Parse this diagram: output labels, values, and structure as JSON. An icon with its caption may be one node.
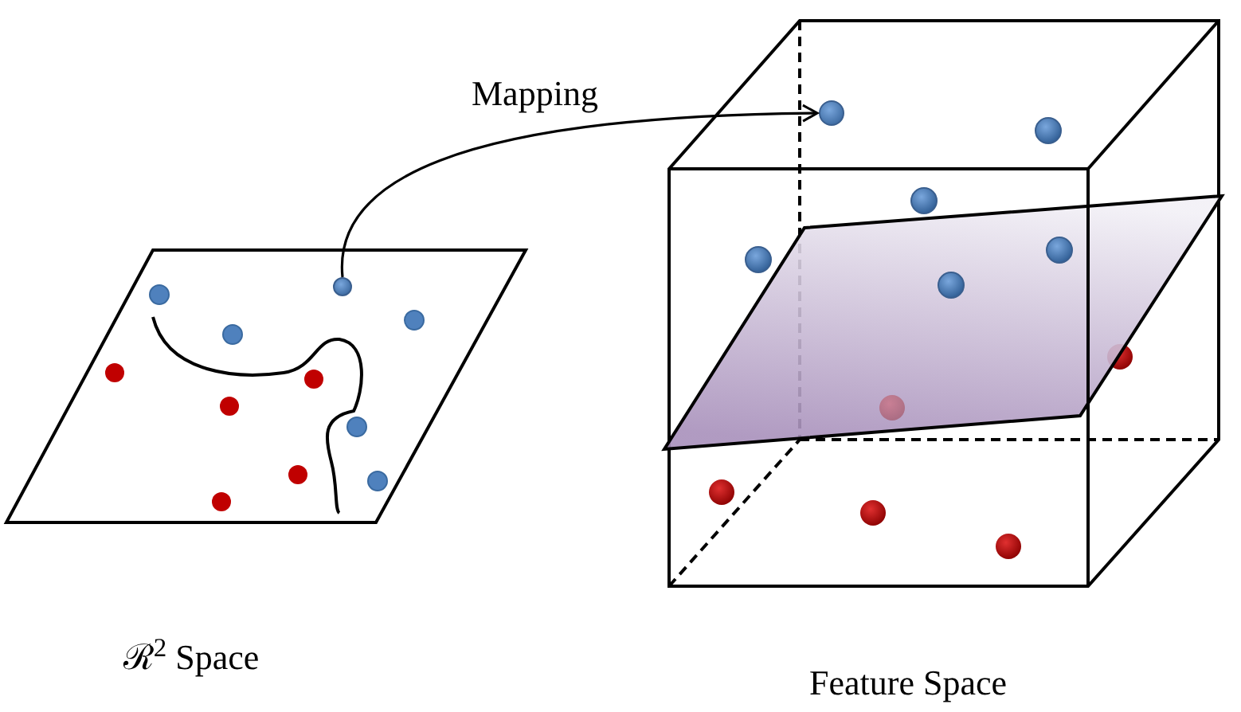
{
  "diagram": {
    "nodes": [
      {
        "text": [],
        "shape": "parallelogram",
        "beside": [
          "ℛ$^{2}$ Space"
        ]
      },
      {
        "text": [],
        "shape": "circle",
        "in": 0
      },
      {
        "text": [],
        "shape": "cube",
        "beside": [
          "Feature Space"
        ]
      },
      {
        "text": [],
        "shape": "circle",
        "in": 2
      }
    ],
    "edges": [
      {
        "from": 1,
        "to": 3,
        "arrow": "to",
        "label": "Mapping"
      }
    ]
  }
}
